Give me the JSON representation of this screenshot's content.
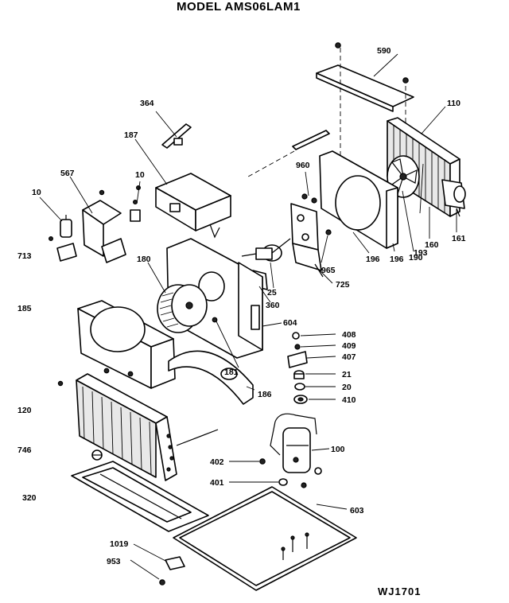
{
  "title": "MODEL AMS06LAM1",
  "diagram_code": "WJ1701",
  "callouts": {
    "c590": "590",
    "c110": "110",
    "c364": "364",
    "c187": "187",
    "c567": "567",
    "c10a": "10",
    "c10b": "10",
    "c960": "960",
    "c713": "713",
    "c180": "180",
    "c185": "185",
    "c25": "25",
    "c360": "360",
    "c965": "965",
    "c196": "196",
    "c190": "190",
    "c193": "193",
    "c160": "160",
    "c161": "161",
    "c725": "725",
    "c604": "604",
    "c408": "408",
    "c409": "409",
    "c407": "407",
    "c181": "181",
    "c21": "21",
    "c20": "20",
    "c410": "410",
    "c186": "186",
    "c120": "120",
    "c746": "746",
    "c100": "100",
    "c402": "402",
    "c401": "401",
    "c320": "320",
    "c603": "603",
    "c1019": "1019",
    "c953": "953"
  }
}
